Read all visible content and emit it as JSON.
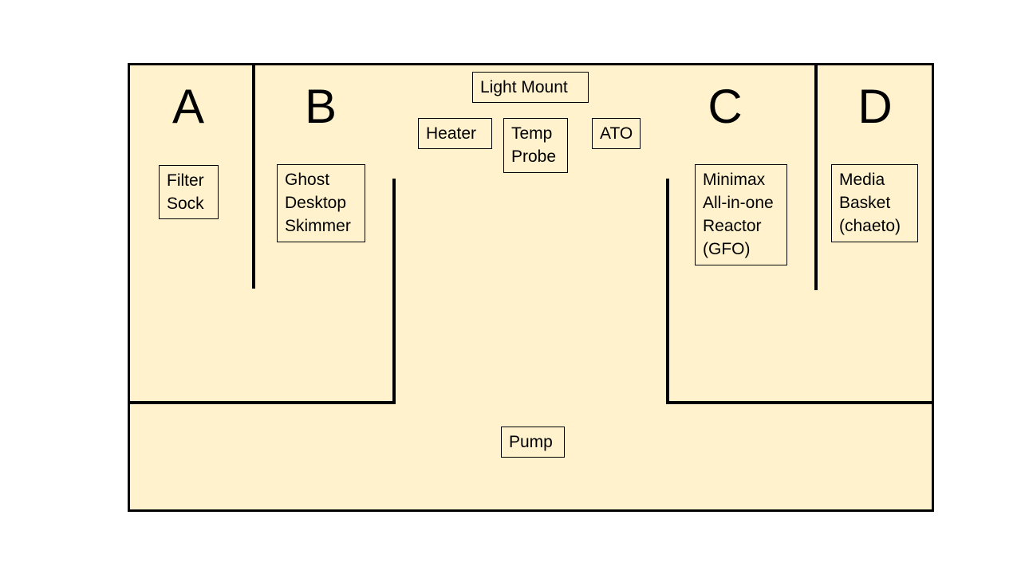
{
  "colors": {
    "tank_fill": "#fff2cc",
    "outline": "#000000"
  },
  "chambers": [
    {
      "id": "a",
      "label": "A"
    },
    {
      "id": "b",
      "label": "B"
    },
    {
      "id": "c",
      "label": "C"
    },
    {
      "id": "d",
      "label": "D"
    }
  ],
  "equipment": {
    "filter_sock": [
      "Filter",
      "Sock"
    ],
    "skimmer": [
      "Ghost",
      "Desktop",
      "Skimmer"
    ],
    "light_mount": [
      "Light Mount"
    ],
    "heater": [
      "Heater"
    ],
    "temp_probe": [
      "Temp",
      "Probe"
    ],
    "ato": [
      "ATO"
    ],
    "reactor": [
      "Minimax",
      "All-in-one",
      "Reactor",
      "(GFO)"
    ],
    "media_basket": [
      "Media",
      "Basket",
      "(chaeto)"
    ],
    "pump": [
      "Pump"
    ]
  }
}
